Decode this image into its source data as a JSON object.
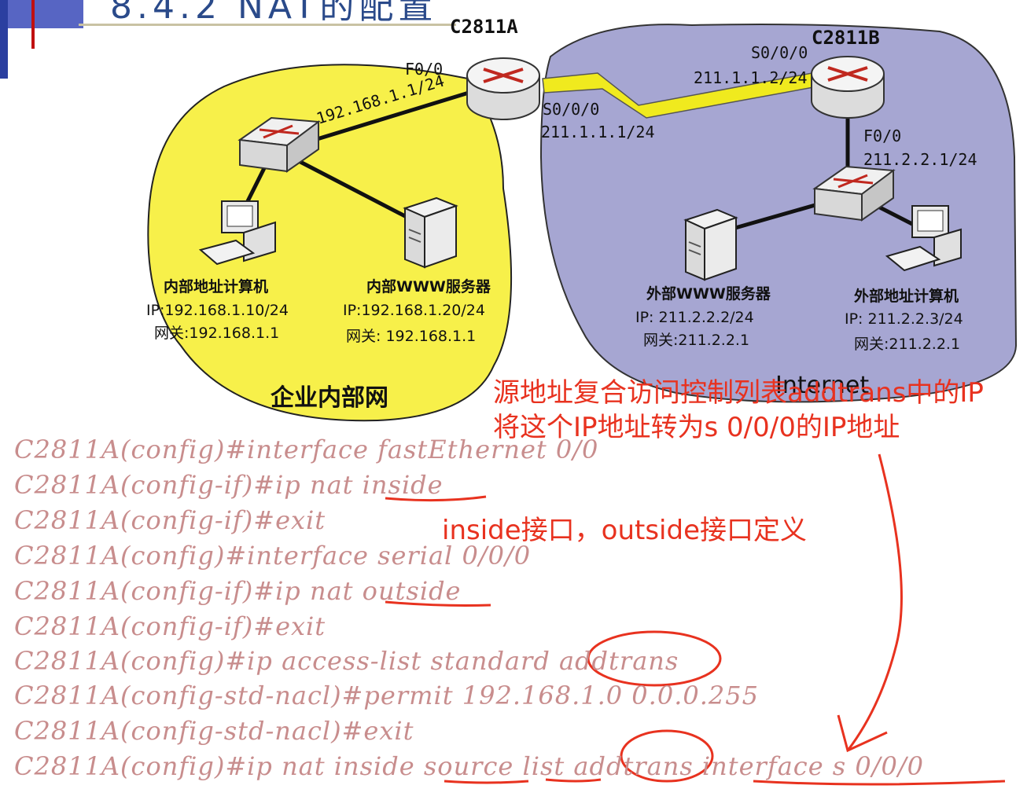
{
  "slide": {
    "title": "8.4.2 NAT的配置"
  },
  "diagram": {
    "router_a": {
      "name": "C2811A",
      "f0_label": "F0/0",
      "f0_ip": "192.168.1.1/24",
      "s0_label": "S0/0/0",
      "s0_ip": "211.1.1.1/24"
    },
    "router_b": {
      "name": "C2811B",
      "s0_label": "S0/0/0",
      "s0_ip": "211.1.1.2/24",
      "f0_label": "F0/0",
      "f0_ip": "211.2.2.1/24"
    },
    "inside_pc": {
      "title": "内部地址计算机",
      "ip": "IP:192.168.1.10/24",
      "gw": "网关:192.168.1.1"
    },
    "inside_srv": {
      "title": "内部WWW服务器",
      "ip": "IP:192.168.1.20/24",
      "gw": "网关: 192.168.1.1"
    },
    "outside_srv": {
      "title": "外部WWW服务器",
      "ip": "IP: 211.2.2.2/24",
      "gw": "网关:211.2.2.1"
    },
    "outside_pc": {
      "title": "外部地址计算机",
      "ip": "IP: 211.2.2.3/24",
      "gw": "网关:211.2.2.1"
    },
    "inside_zone": "企业内部网",
    "outside_zone": "Internet",
    "colors": {
      "inside": "#f7f04a",
      "outside": "#a6a6d2",
      "serial": "#f0ea1e",
      "annotation": "#e8321f",
      "cli": "#c88d8d"
    }
  },
  "notes": {
    "n1": "源地址复合访问控制列表addtrans中的IP",
    "n2": "将这个IP地址转为s 0/0/0的IP地址",
    "n3": "inside接口，outside接口定义"
  },
  "cli": [
    "C2811A(config)#interface fastEthernet 0/0",
    "C2811A(config-if)#ip nat inside",
    "C2811A(config-if)#exit",
    "C2811A(config)#interface serial 0/0/0",
    "C2811A(config-if)#ip nat outside",
    "C2811A(config-if)#exit",
    "C2811A(config)#ip access-list standard addtrans",
    "C2811A(config-std-nacl)#permit 192.168.1.0 0.0.0.255",
    "C2811A(config-std-nacl)#exit",
    "C2811A(config)#ip nat inside source list addtrans interface s 0/0/0"
  ]
}
